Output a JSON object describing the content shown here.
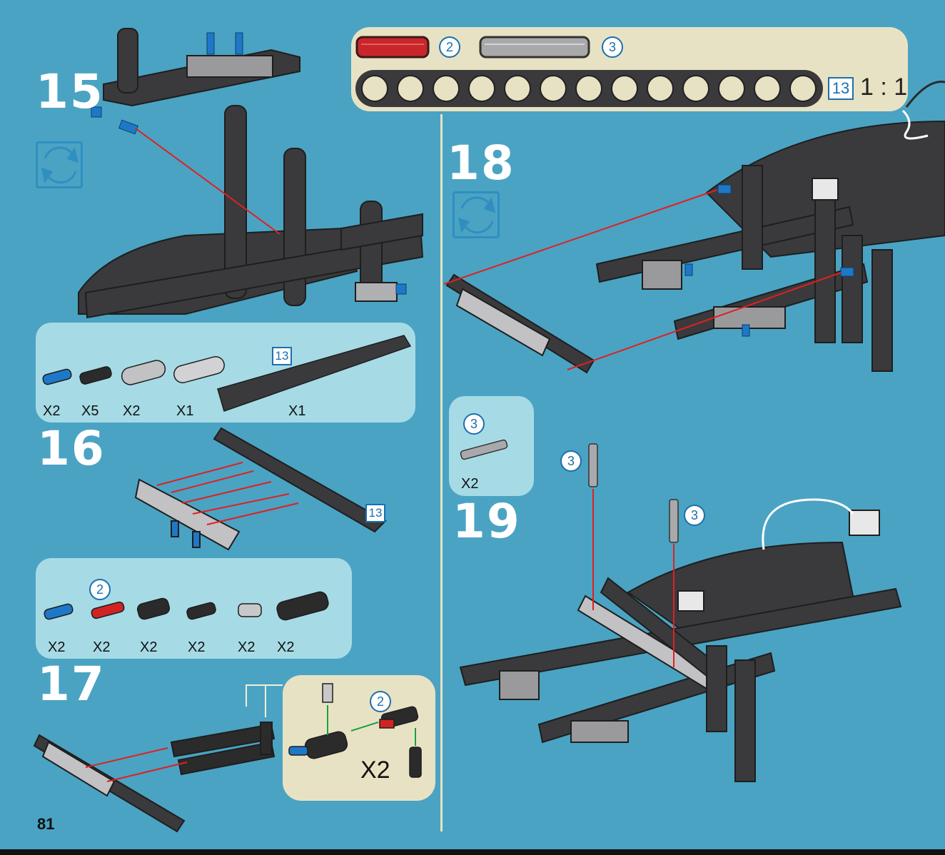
{
  "page_number": "81",
  "icon_names": {
    "rotate": "rotate-arrows-icon"
  },
  "colors": {
    "background": "#4aa3c3",
    "panel_light": "#a6dbe6",
    "panel_beige": "#e8e2c4",
    "beam_dark": "#3a3a3c",
    "arrow_red": "#e02020",
    "arrow_green": "#1aa040",
    "pin_blue": "#1e78c8"
  },
  "steps": {
    "s15": "15",
    "s16": "16",
    "s17": "17",
    "s18": "18",
    "s19": "19"
  },
  "top_legend": {
    "red_axle_count": "2",
    "grey_axle_count": "3",
    "beam_length": "13",
    "scale": "1 : 1"
  },
  "parts15": {
    "beam_label": "13",
    "quantities": [
      "X2",
      "X5",
      "X2",
      "X1",
      "X1"
    ]
  },
  "step16": {
    "beam_label": "13"
  },
  "parts16": {
    "axle_length": "2",
    "quantities": [
      "X2",
      "X2",
      "X2",
      "X2",
      "X2",
      "X2"
    ]
  },
  "sub17": {
    "axle_length": "2",
    "multiplier": "X2"
  },
  "parts18": {
    "axle_length": "3",
    "quantity": "X2"
  },
  "step19": {
    "axle_left": "3",
    "axle_right": "3"
  }
}
